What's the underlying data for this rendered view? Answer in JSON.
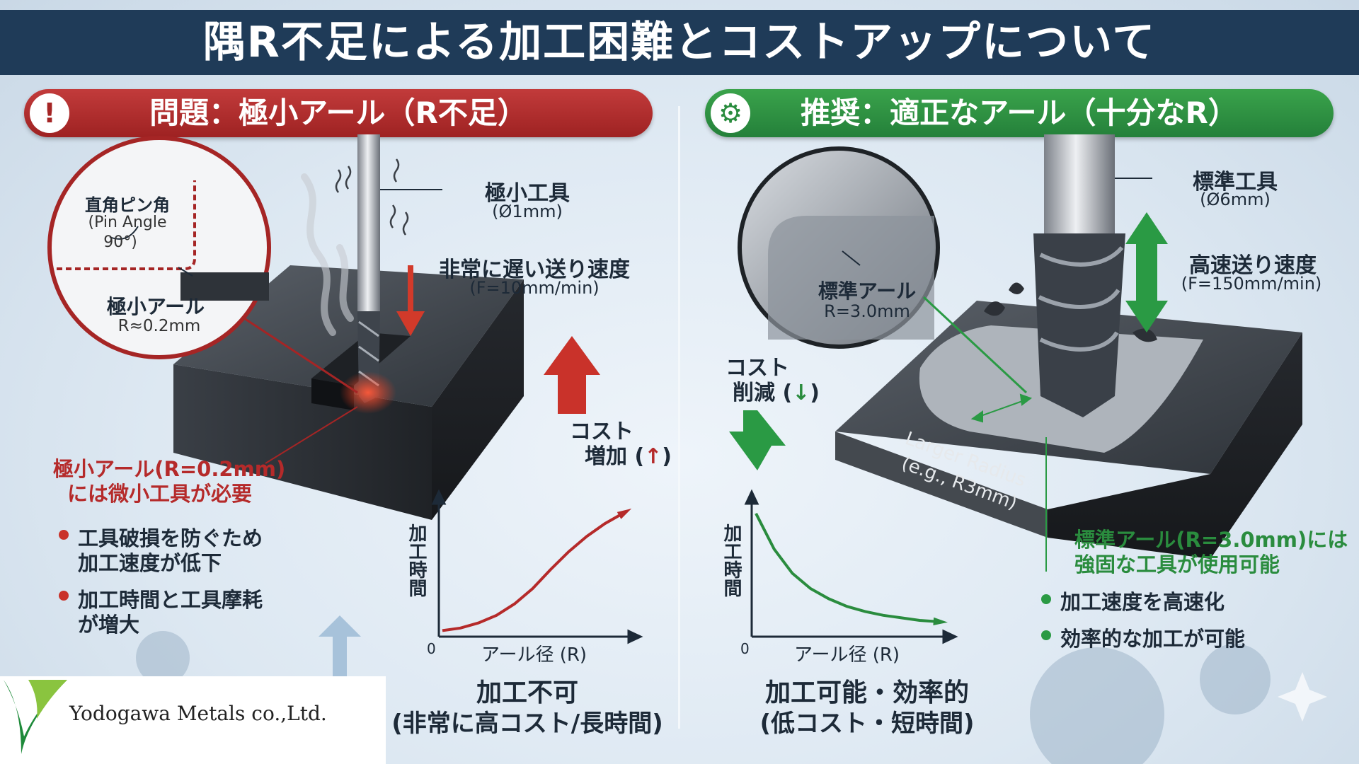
{
  "title": "隅R不足による加工困難とコストアップについて",
  "left": {
    "header": "問題：極小アール（R不足）",
    "header_icon": "exclamation-icon",
    "inset_title": "直角ピン角",
    "inset_subtitle": "(Pin Angle",
    "inset_angle": "90°)",
    "inset_radius_label": "極小アール",
    "inset_radius_value": "R≈0.2mm",
    "tool_label": "極小工具",
    "tool_size": "(Ø1mm)",
    "feed_label": "非常に遅い送り速度",
    "feed_value": "(F=10mm/min)",
    "cost_line1": "コスト",
    "cost_line2": "増加 (",
    "cost_arrow": "↑",
    "cost_close": ")",
    "callout_line1": "極小アール(R=0.2mm)",
    "callout_line2": "には微小工具が必要",
    "bullets": [
      {
        "line1": "工具破損を防ぐため",
        "line2": "加工速度が低下"
      },
      {
        "line1": "加工時間と工具摩耗",
        "line2": "が増大"
      }
    ],
    "result_line1": "加工不可",
    "result_line2": "(非常に高コスト/長時間)",
    "accent": "#b52a2a"
  },
  "right": {
    "header": "推奨：適正なアール（十分なR）",
    "header_icon": "gear-icon",
    "inset_radius_label": "標準アール",
    "inset_radius_value": "R=3.0mm",
    "tool_label": "標準工具",
    "tool_size": "(Ø6mm)",
    "feed_label": "高速送り速度",
    "feed_value": "(F=150mm/min)",
    "cost_line1": "コスト",
    "cost_line2": "削減 (",
    "cost_arrow": "↓",
    "cost_close": ")",
    "block_label_line1": "Larger Radius",
    "block_label_line2": "(e.g., R3mm)",
    "callout_line1": "標準アール(R=3.0mm)には",
    "callout_line2": "強固な工具が使用可能",
    "bullets": [
      "加工速度を高速化",
      "効率的な加工が可能"
    ],
    "result_line1": "加工可能・効率的",
    "result_line2": "(低コスト・短時間)",
    "accent": "#2a8c3e"
  },
  "chart_data": [
    {
      "type": "line",
      "ylabel": "加工時間",
      "xlabel": "アール径 (R)",
      "origin_label": "0",
      "trend": "increasing",
      "x": [
        0,
        1,
        2,
        3,
        4,
        5,
        6,
        7,
        8,
        9,
        10
      ],
      "series": [
        {
          "values": [
            0.2,
            0.4,
            0.8,
            1.4,
            2.3,
            3.5,
            5.0,
            6.4,
            7.6,
            8.6,
            9.4
          ]
        }
      ],
      "color": "#b52a2a"
    },
    {
      "type": "line",
      "ylabel": "加工時間",
      "xlabel": "アール径 (R)",
      "origin_label": "0",
      "trend": "decreasing",
      "x": [
        0,
        1,
        2,
        3,
        4,
        5,
        6,
        7,
        8,
        9,
        10
      ],
      "series": [
        {
          "values": [
            9.4,
            6.6,
            4.7,
            3.5,
            2.7,
            2.1,
            1.7,
            1.4,
            1.2,
            1.0,
            0.9
          ]
        }
      ],
      "color": "#2a8c3e"
    }
  ],
  "logo": {
    "company": "Yodogawa Metals co.,Ltd.",
    "mark": "leaf-logo-icon",
    "colors": [
      "#1e8a3a",
      "#8ac43f"
    ]
  }
}
